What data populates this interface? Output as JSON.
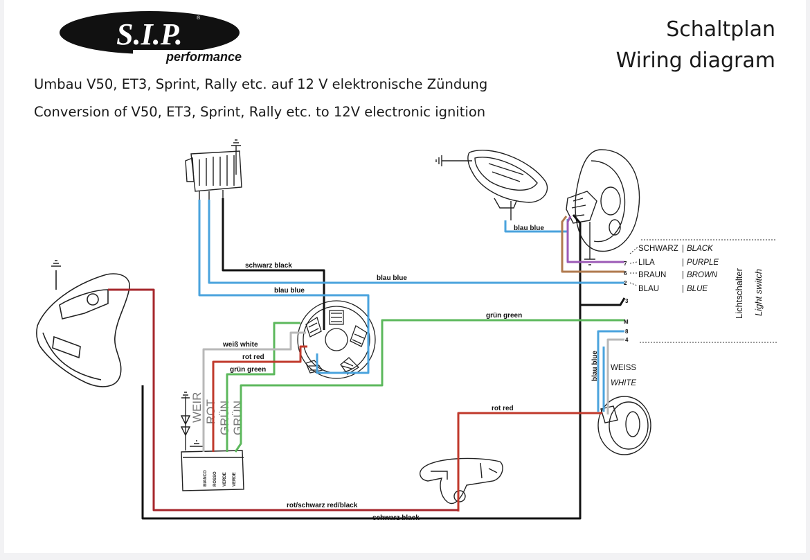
{
  "brand": {
    "logo_text": "S.I.P.",
    "sub_text": "performance"
  },
  "header": {
    "title_de": "Schaltplan",
    "title_en": "Wiring diagram"
  },
  "subtitle": {
    "de": "Umbau V50, ET3, Sprint, Rally etc. auf 12 V elektronische Zündung",
    "en": "Conversion of V50, ET3, Sprint, Rally etc. to 12V electronic ignition"
  },
  "wire_labels": {
    "schwarz_black_top": "schwarz   black",
    "blau_blue_mid": "blau   blue",
    "blau_blue_long": "blau   blue",
    "blau_blue_speedo": "blau   blue",
    "gruen_green_long": "grün   green",
    "weiss_white": "weiß   white",
    "rot_red_stator": "rot   red",
    "gruen_green_stator": "grün   green",
    "rot_red_horn": "rot   red",
    "rot_schwarz_bottom": "rot/schwarz    red/black",
    "schwarz_black_bottom": "schwarz   black",
    "blau_blue_vertical": "blau   blue"
  },
  "terminal_legend": [
    {
      "num": "",
      "de": "SCHWARZ",
      "en": "BLACK"
    },
    {
      "num": "7",
      "de": "LILA",
      "en": "PURPLE"
    },
    {
      "num": "6",
      "de": "BRAUN",
      "en": "BROWN"
    },
    {
      "num": "2",
      "de": "BLAU",
      "en": "BLUE"
    }
  ],
  "terminals": {
    "t3": "3",
    "tM": "M",
    "t8": "8",
    "t4": "4"
  },
  "white_label": {
    "de": "WEISS",
    "en": "WHITE"
  },
  "light_switch": {
    "de": "Lichtschalter",
    "en": "Light switch"
  },
  "regulator_pins": {
    "weir": "WEIR",
    "rot": "ROT",
    "grun1": "GRÜN",
    "grun2": "GRÜN"
  },
  "cdi_labels": {
    "l1": "BIANCO",
    "l2": "ROSSO",
    "l3": "VERDE",
    "l4": "VERDE"
  },
  "wire_colors": {
    "black": "#111111",
    "blue": "#4aa3dd",
    "green": "#5cb85c",
    "red": "#c0392b",
    "darkred": "#a6262b",
    "white": "#b8b8b8",
    "purple": "#9b59b6",
    "brown": "#b07a4e"
  }
}
